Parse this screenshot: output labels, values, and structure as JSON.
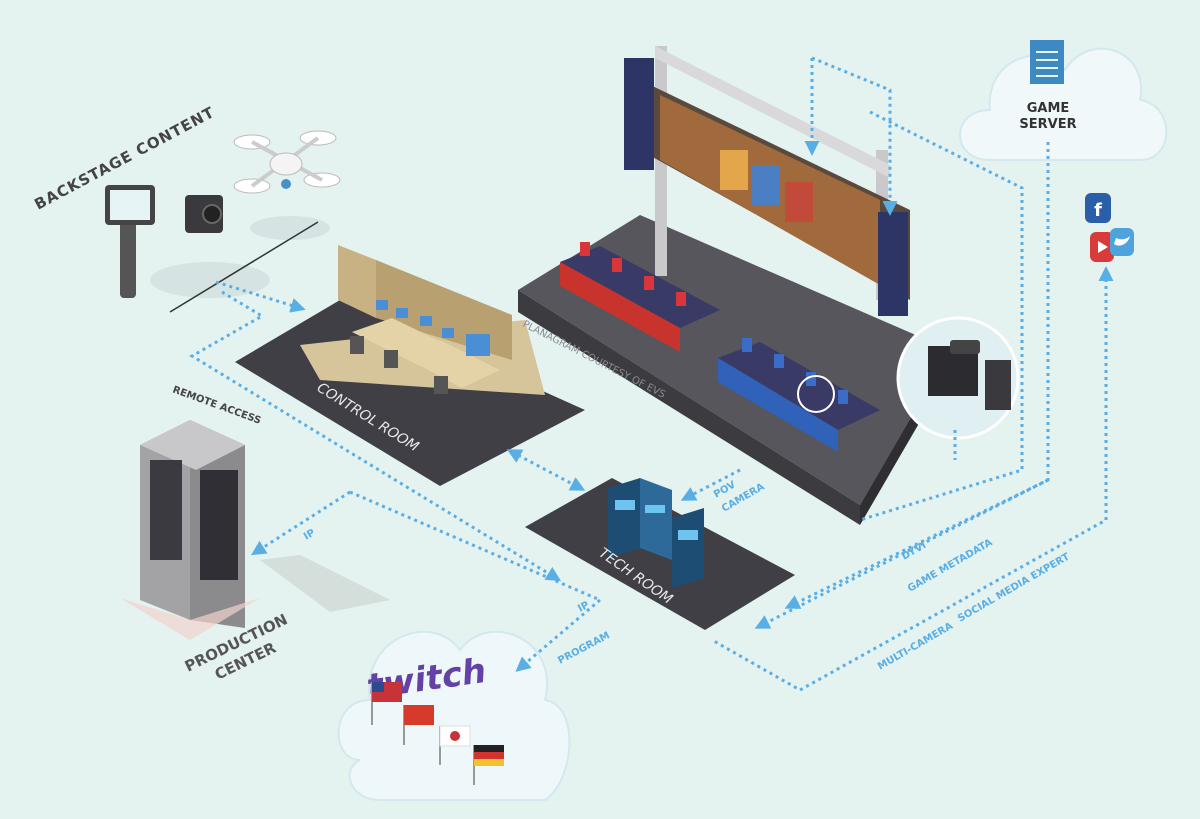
{
  "labels": {
    "backstage_content": "BACKSTAGE CONTENT",
    "control_room": "CONTROL ROOM",
    "tech_room": "TECH ROOM",
    "remote_access": "REMOTE ACCESS",
    "production_center_1": "PRODUCTION",
    "production_center_2": "CENTER",
    "game_server_1": "GAME",
    "game_server_2": "SERVER",
    "planagram_credit": "PLANAGRAM COURTESY OF EVS",
    "twitch": "twitch"
  },
  "links": {
    "ip_production": "IP",
    "ip_tech": "IP",
    "program": "PROGRAM",
    "pov_camera_1": "POV",
    "pov_camera_2": "CAMERA",
    "dyvi": "DYVI",
    "game_metadata": "GAME METADATA",
    "multi_camera": "MULTI-CAMERA",
    "social_media_expert": "SOCIAL MEDIA EXPERT"
  },
  "icons": {
    "facebook": "f"
  },
  "colors": {
    "background": "#e4f2f0",
    "link": "#5aaee6",
    "twitch": "#6441a4",
    "cloud": "#eef7f9",
    "floor": "#3f3f45",
    "stage_floor": "#56565c"
  }
}
